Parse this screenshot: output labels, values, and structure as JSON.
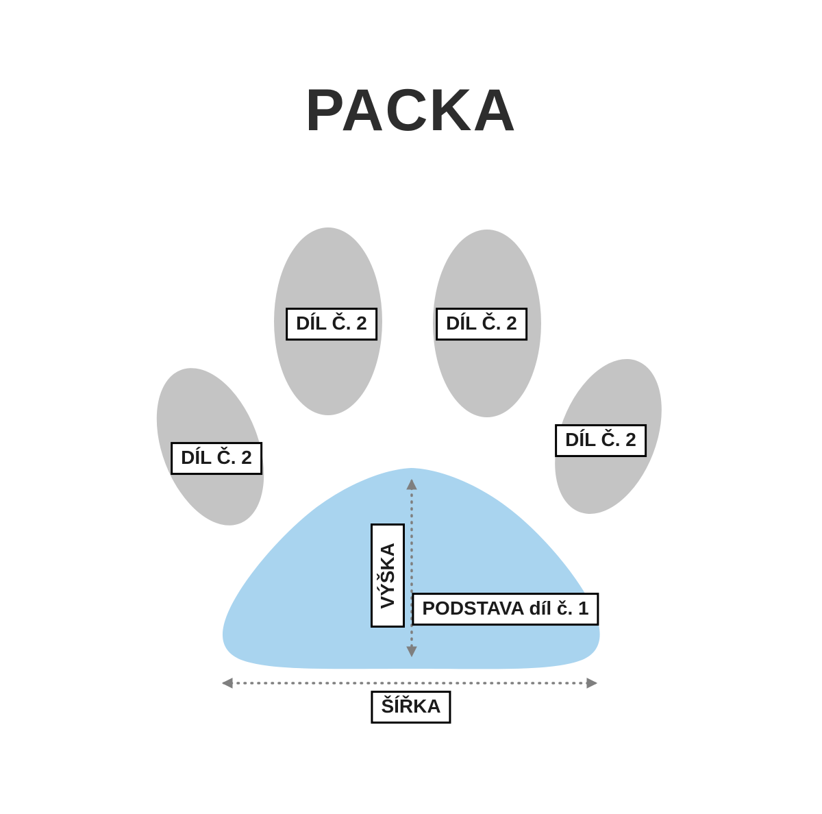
{
  "title": "PACKA",
  "toes": {
    "label": "DÍL Č. 2"
  },
  "pad": {
    "label": "PODSTAVA díl č. 1"
  },
  "dimensions": {
    "height_label": "VÝŠKA",
    "width_label": "ŠÍŘKA"
  },
  "colors": {
    "toe": "#c4c4c4",
    "pad": "#a9d4ef",
    "arrow": "#7f7f7f",
    "label_border": "#000000",
    "label_background": "#ffffff",
    "title_text": "#2d2d2d"
  }
}
